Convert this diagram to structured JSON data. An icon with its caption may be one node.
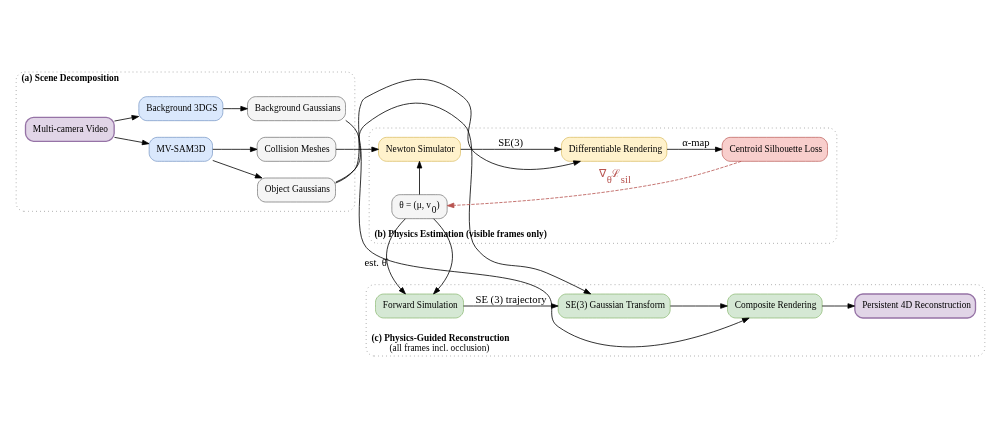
{
  "diagram": {
    "nodes": [
      {
        "text": [
          "(a) Scene Decomposition"
        ]
      },
      {
        "text": [
          "Multi-camera Video"
        ],
        "in": 0
      },
      {
        "text": [
          "MV-SAM3D"
        ],
        "in": 0
      },
      {
        "text": [
          "Object Gaussians"
        ],
        "in": 0
      },
      {
        "text": [
          "Collision Meshes"
        ],
        "in": 0
      },
      {
        "text": [
          "Background 3DGS"
        ],
        "in": 0
      },
      {
        "text": [
          "Background Gaussians"
        ],
        "in": 0
      },
      {
        "text": [
          "(b) Physics Estimation (visible frames only)"
        ]
      },
      {
        "text": [
          "Newton Simulator"
        ],
        "in": 7
      },
      {
        "text": [
          "Differentiable Rendering"
        ],
        "in": 7
      },
      {
        "text": [
          "Centroid Silhouette Loss"
        ],
        "in": 7
      },
      {
        "text": [
          "θ = (μ, v⃗$_{0}$)"
        ],
        "in": 7
      },
      {
        "text": [
          "(c) Physics-Guided Reconstruction",
          "(all frames incl. occlusion)"
        ]
      },
      {
        "text": [
          "Forward Simulation"
        ],
        "in": 12
      },
      {
        "text": [
          "SE(3) Gaussian Transform"
        ],
        "in": 12
      },
      {
        "text": [
          "Composite Rendering"
        ],
        "in": 12
      },
      {
        "text": [
          "Persistent 4D Reconstruction"
        ],
        "in": 12
      }
    ],
    "edges": [
      {
        "from": 1,
        "to": 2,
        "arrow": "to"
      },
      {
        "from": 2,
        "to": 3,
        "arrow": "to"
      },
      {
        "from": 2,
        "to": 4,
        "arrow": "to"
      },
      {
        "from": 1,
        "to": 5,
        "arrow": "to"
      },
      {
        "from": 5,
        "to": 6,
        "arrow": "to"
      },
      {
        "from": 3,
        "to": 9,
        "arrow": "to"
      },
      {
        "from": 3,
        "to": 14,
        "arrow": "to"
      },
      {
        "from": 4,
        "to": 8,
        "arrow": "to"
      },
      {
        "from": 8,
        "to": 9,
        "arrow": "to",
        "label": "SE(3)"
      },
      {
        "from": 9,
        "to": 10,
        "arrow": "to",
        "label": "α-map"
      },
      {
        "from": 10,
        "to": 11,
        "arrow": "to",
        "label": "∇$_{θ}$ℒ$_{sil}$",
        "style": "dashed",
        "color": "#b85450"
      },
      {
        "from": 11,
        "to": 8,
        "arrow": "to"
      },
      {
        "from": 11,
        "to": 13,
        "arrow": "to",
        "label": "est. θ̂"
      },
      {
        "from": 13,
        "to": 14,
        "arrow": "to",
        "label": "SE (3) trajectory"
      },
      {
        "from": 14,
        "to": 15,
        "arrow": "to"
      },
      {
        "from": 15,
        "to": 16,
        "arrow": "to"
      },
      {
        "from": 6,
        "to": 15,
        "arrow": "to"
      }
    ]
  }
}
